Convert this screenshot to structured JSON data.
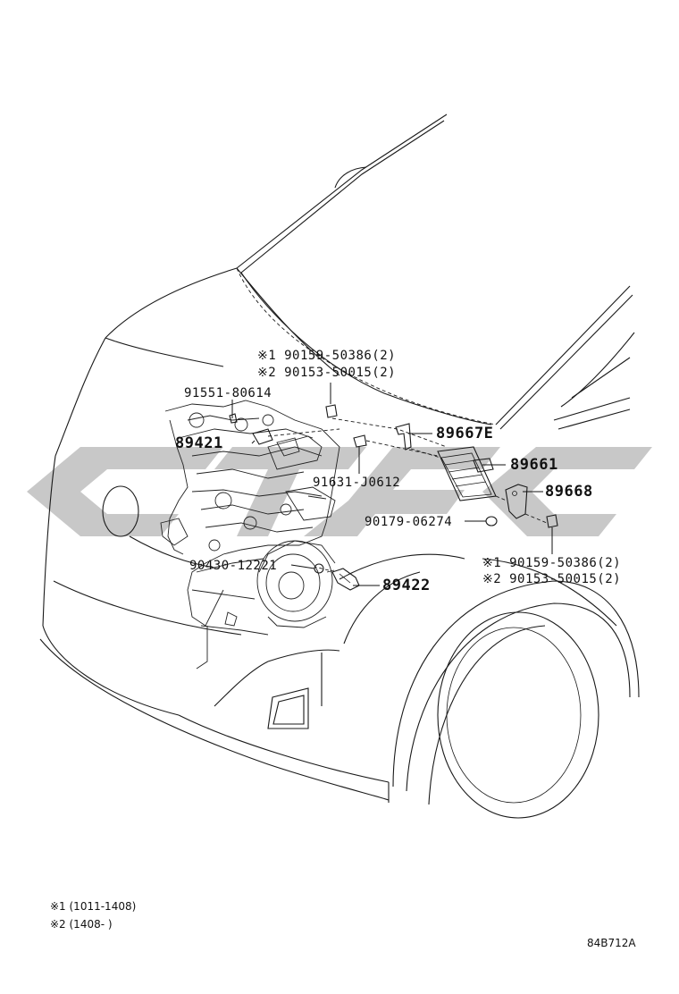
{
  "labels": {
    "p89667e": "89667E",
    "p89661": "89661",
    "p89668": "89668",
    "p89421": "89421",
    "p89422": "89422",
    "p91551": "91551-80614",
    "p91631": "91631-J0612",
    "p90179": "90179-06274",
    "p90430": "90430-12221",
    "top_a": "※1 90159-50386(2)",
    "top_b": "※2 90153-50015(2)",
    "right_a": "※1 90159-50386(2)",
    "right_b": "※2 90153-50015(2)"
  },
  "footnotes": {
    "n1": "※1 (1011-1408)",
    "n2": "※2 (1408-     )"
  },
  "diagram_code": "84B712A",
  "watermark_color": "#c8c8c8"
}
